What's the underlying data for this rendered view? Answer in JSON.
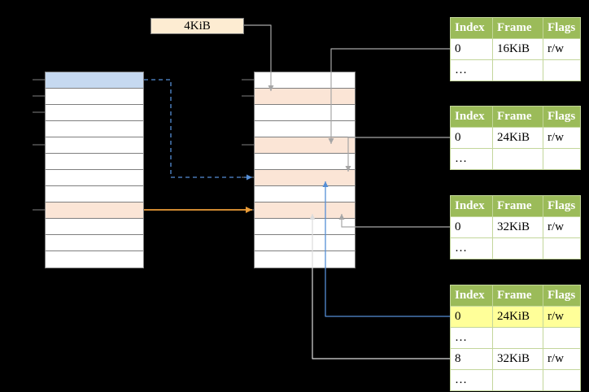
{
  "frame_size_label": "4KiB",
  "table_headers": [
    "Index",
    "Frame",
    "Flags"
  ],
  "page_tables": [
    {
      "name": "page-table-1",
      "rows": [
        {
          "index": "0",
          "frame": "16KiB",
          "flags": "r/w",
          "highlight": false
        },
        {
          "index": "…",
          "frame": "",
          "flags": "",
          "highlight": false
        }
      ]
    },
    {
      "name": "page-table-2",
      "rows": [
        {
          "index": "0",
          "frame": "24KiB",
          "flags": "r/w",
          "highlight": false
        },
        {
          "index": "…",
          "frame": "",
          "flags": "",
          "highlight": false
        }
      ]
    },
    {
      "name": "page-table-3",
      "rows": [
        {
          "index": "0",
          "frame": "32KiB",
          "flags": "r/w",
          "highlight": false
        },
        {
          "index": "…",
          "frame": "",
          "flags": "",
          "highlight": false
        }
      ]
    },
    {
      "name": "page-table-4",
      "rows": [
        {
          "index": "0",
          "frame": "24KiB",
          "flags": "r/w",
          "highlight": true
        },
        {
          "index": "…",
          "frame": "",
          "flags": "",
          "highlight": false
        },
        {
          "index": "8",
          "frame": "32KiB",
          "flags": "r/w",
          "highlight": false
        },
        {
          "index": "…",
          "frame": "",
          "flags": "",
          "highlight": false
        }
      ]
    }
  ],
  "memory_columns": {
    "left": {
      "rows": 12,
      "blue_rows": [
        0
      ],
      "orange_rows": [
        8
      ]
    },
    "middle": {
      "rows": 12,
      "blue_rows": [],
      "orange_rows": [
        1,
        4,
        6,
        8
      ]
    }
  },
  "colors": {
    "table_header_green": "#9bbb59",
    "table_border_green": "#c3d69b",
    "highlight_yellow": "#ffff99",
    "frame_orange": "#fbe5d6",
    "page_blue": "#c6d9f0",
    "label_box_fill": "#fdecd2",
    "arrow_gray": "#a6a6a6",
    "arrow_blue": "#558ed5",
    "arrow_orange": "#eb9c37",
    "arrow_light": "#dcdcdc"
  }
}
